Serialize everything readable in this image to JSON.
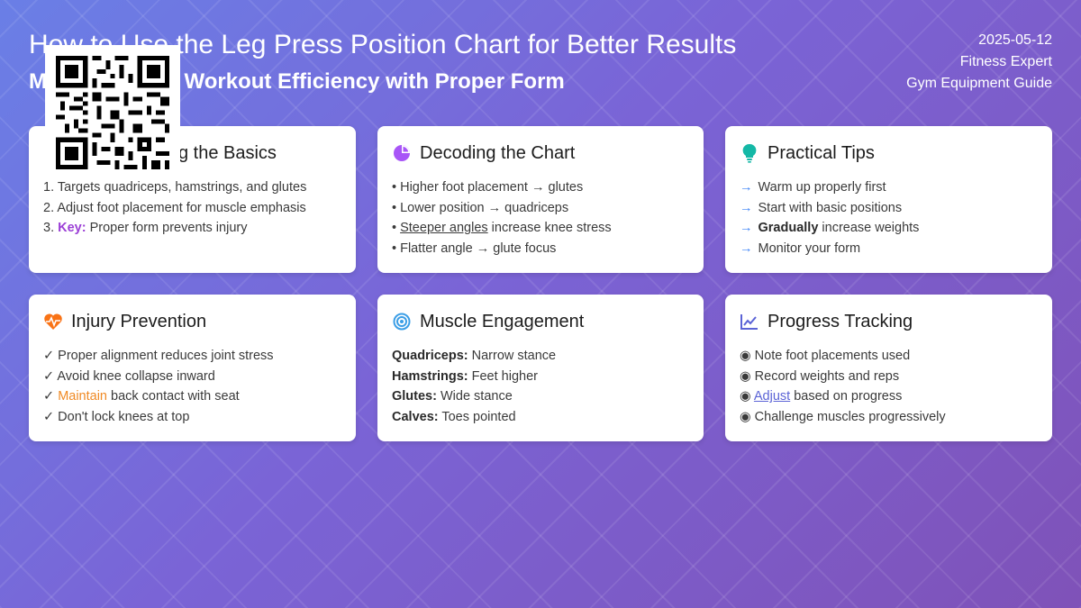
{
  "header": {
    "title": "How to Use the Leg Press Position Chart for Better Results",
    "subtitle": "Maximize Your Workout Efficiency with Proper Form",
    "date": "2025-05-12",
    "author": "Fitness Expert",
    "category": "Gym Equipment Guide"
  },
  "colors": {
    "accent_purple": "#9b3fd6",
    "accent_teal": "#14b8a6",
    "accent_orange": "#f08a24",
    "accent_blue": "#3b82f6",
    "accent_indigo": "#5b63d6"
  },
  "cards": [
    {
      "icon": "info-circle-icon",
      "title": "Understanding the Basics",
      "items": [
        "1. Targets quadriceps, hamstrings, and glutes",
        "2. Adjust foot placement for muscle emphasis",
        {
          "prefix": "3. ",
          "highlight": "Key:",
          "rest": " Proper form prevents injury"
        }
      ]
    },
    {
      "icon": "pie-chart-icon",
      "title": "Decoding the Chart",
      "items": [
        "• Higher foot placement → glutes",
        "• Lower position → quadriceps",
        {
          "prefix": "• ",
          "underlined": "Steeper angles",
          "rest": " increase knee stress"
        },
        "• Flatter angle → glute focus"
      ]
    },
    {
      "icon": "lightbulb-icon",
      "title": "Practical Tips",
      "bullet": "→",
      "items": [
        "Warm up properly first",
        "Start with basic positions",
        {
          "bold": "Gradually",
          "rest": " increase weights"
        },
        "Monitor your form"
      ]
    },
    {
      "icon": "heart-pulse-icon",
      "title": "Injury Prevention",
      "items": [
        "✓ Proper alignment reduces joint stress",
        "✓ Avoid knee collapse inward",
        {
          "prefix": "✓ ",
          "colored": "Maintain",
          "rest": " back contact with seat"
        },
        "✓ Don't lock knees at top"
      ]
    },
    {
      "icon": "target-icon",
      "title": "Muscle Engagement",
      "items": [
        {
          "bold": "Quadriceps:",
          "rest": " Narrow stance"
        },
        {
          "bold": "Hamstrings:",
          "rest": " Feet higher"
        },
        {
          "bold": "Glutes:",
          "rest": " Wide stance"
        },
        {
          "bold": "Calves:",
          "rest": " Toes pointed"
        }
      ]
    },
    {
      "icon": "trend-chart-icon",
      "title": "Progress Tracking",
      "items": [
        "◉ Note foot placements used",
        "◉ Record weights and reps",
        {
          "prefix": "◉ ",
          "link": "Adjust",
          "rest": " based on progress"
        },
        "◉ Challenge muscles progressively"
      ]
    }
  ]
}
